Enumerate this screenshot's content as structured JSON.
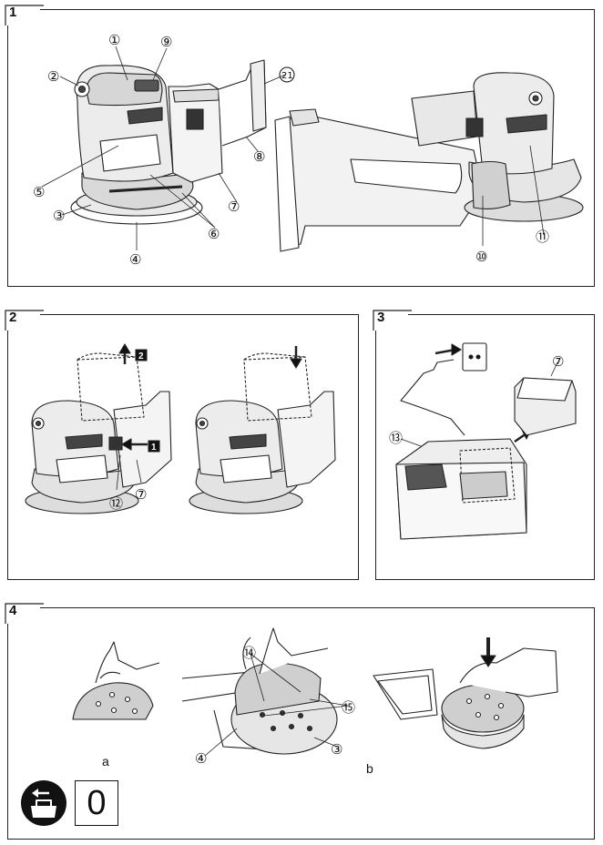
{
  "panels": [
    {
      "number": "1"
    },
    {
      "number": "2"
    },
    {
      "number": "3"
    },
    {
      "number": "4"
    }
  ],
  "callouts": {
    "c1": "①",
    "c2": "②",
    "c3": "③",
    "c4": "④",
    "c5": "⑤",
    "c6": "⑥",
    "c7": "⑦",
    "c8": "⑧",
    "c9": "⑨",
    "c10": "⑩",
    "c11": "⑪",
    "c12": "⑫",
    "c13": "⑬",
    "c14": "⑭",
    "c15": "⑮",
    "c21": "21"
  },
  "step_marks": {
    "s1": "1",
    "s2": "2"
  },
  "sub_labels": {
    "a": "a",
    "b": "b"
  },
  "footer": {
    "count_box": "0",
    "icon": "tool-change-icon"
  }
}
